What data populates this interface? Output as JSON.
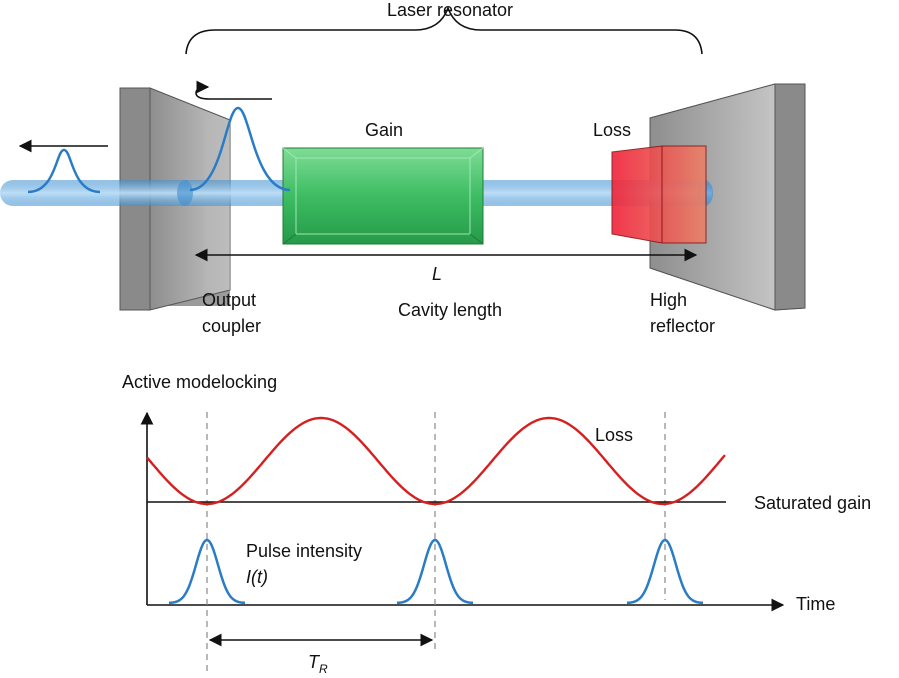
{
  "resonator": {
    "title": "Laser resonator",
    "gain_label": "Gain",
    "loss_label": "Loss",
    "length_symbol": "L",
    "length_label": "Cavity length",
    "output_coupler_line1": "Output",
    "output_coupler_line2": "coupler",
    "high_reflector_line1": "High",
    "high_reflector_line2": "reflector"
  },
  "plot": {
    "title": "Active modelocking",
    "loss_label": "Loss",
    "saturated_gain_label": "Saturated gain",
    "pulse_label_line1": "Pulse intensity",
    "pulse_label_line2": "I(t)",
    "time_label": "Time",
    "period_symbol": "T",
    "period_subscript": "R"
  },
  "colors": {
    "beam": "#5aa6dc",
    "pulse": "#2a7cc6",
    "gain_crystal": "#3dbd63",
    "loss_modulator": "#e8323c",
    "loss_curve": "#d62020",
    "gain_fill": "#1e9a3c",
    "mirror": "#9a9a9a"
  }
}
